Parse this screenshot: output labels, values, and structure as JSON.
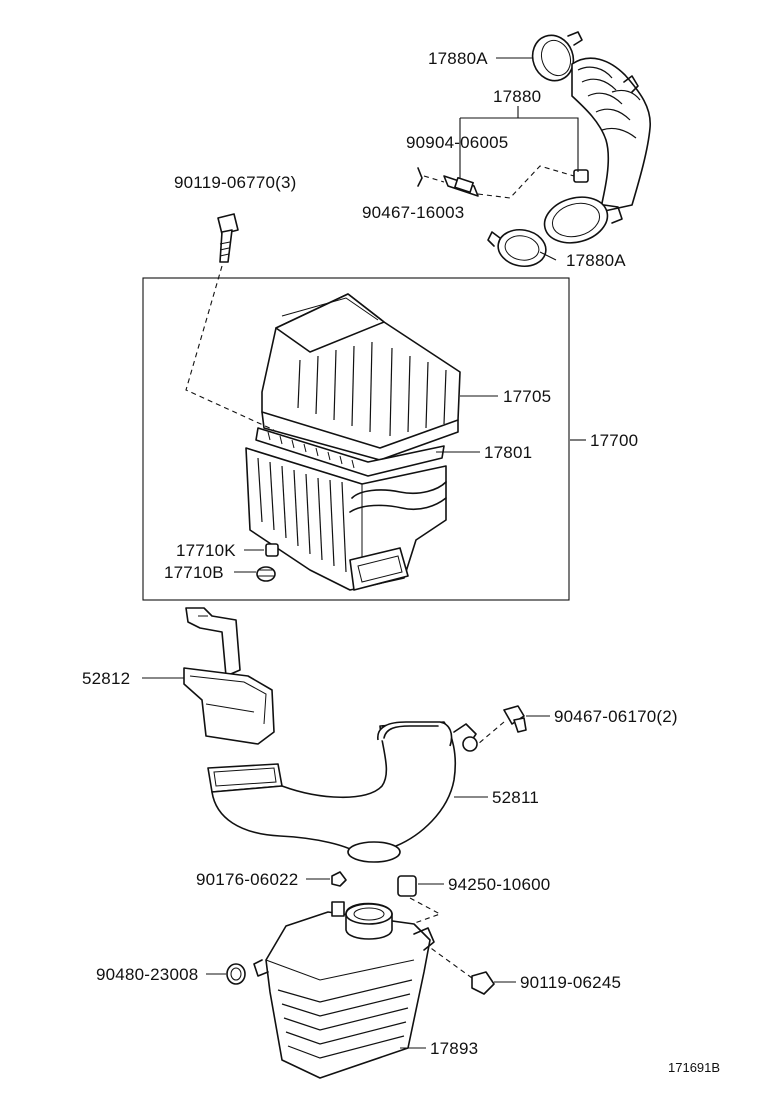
{
  "labels": {
    "p17880A_top": "17880A",
    "p17880": "17880",
    "p90904": "90904-06005",
    "p90467a": "90467-16003",
    "p17880A_bot": "17880A",
    "p90119a": "90119-06770(3)",
    "p17705": "17705",
    "p17801": "17801",
    "p17700": "17700",
    "p17710K": "17710K",
    "p17710B": "17710B",
    "p52812": "52812",
    "p90467b": "90467-06170(2)",
    "p52811": "52811",
    "p90176": "90176-06022",
    "p94250": "94250-10600",
    "p90480": "90480-23008",
    "p90119b": "90119-06245",
    "p17893": "17893",
    "diagram_id": "171691B"
  }
}
